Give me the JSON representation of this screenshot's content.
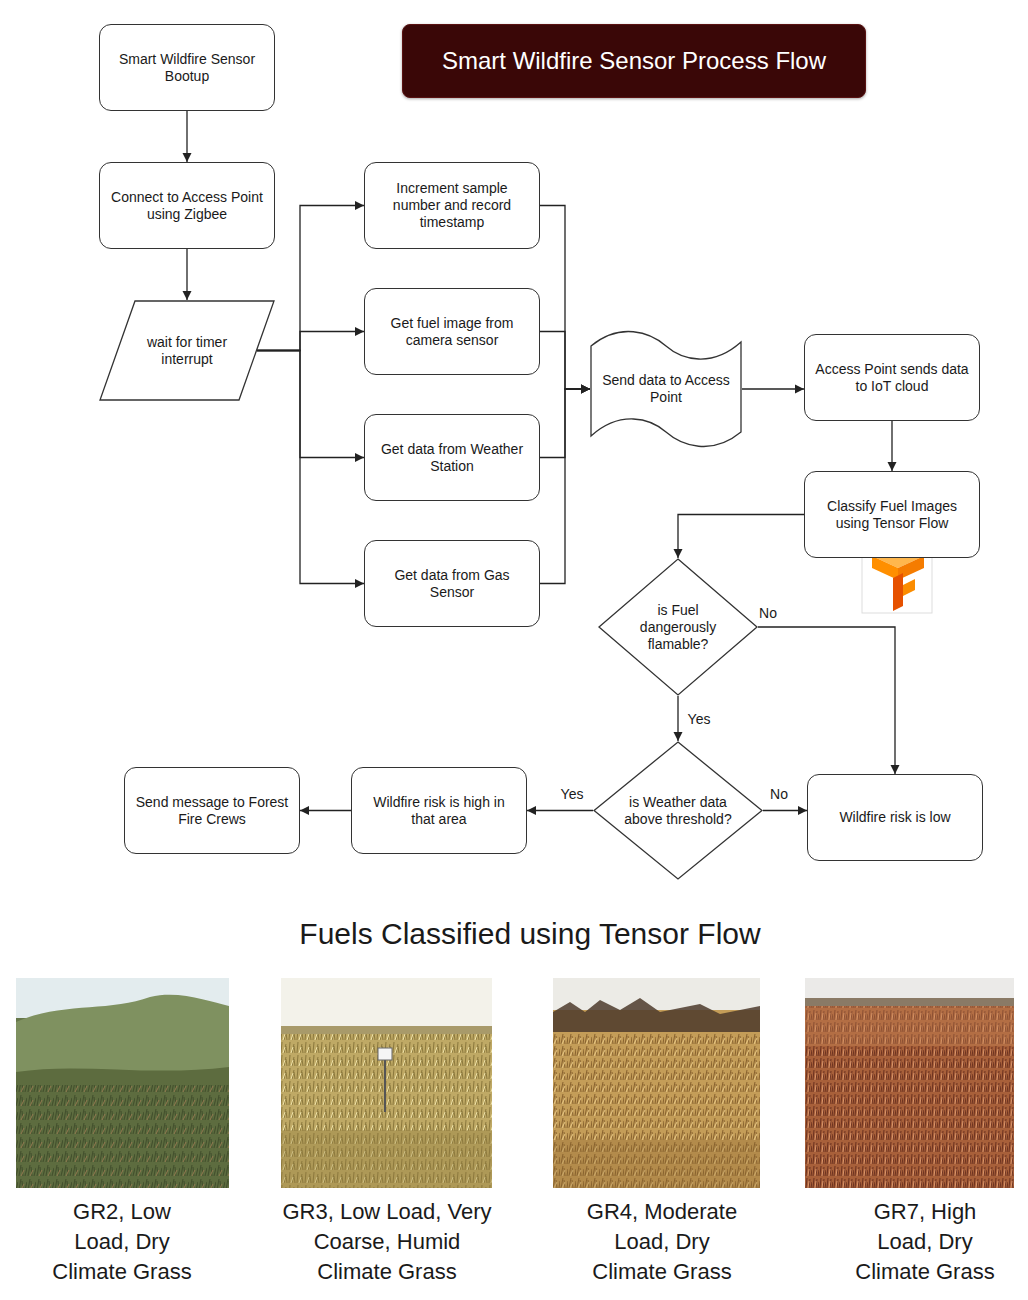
{
  "diagram": {
    "title": "Smart Wildfire Sensor Process Flow",
    "nodes": [
      {
        "text": [
          "Smart Wildfire Sensor Bootup"
        ]
      },
      {
        "text": [
          "Connect to Access Point using Zigbee"
        ]
      },
      {
        "text": [
          "wait for timer interrupt"
        ]
      },
      {
        "text": [
          "Increment sample number and record timestamp"
        ]
      },
      {
        "text": [
          "Get fuel image from camera sensor"
        ]
      },
      {
        "text": [
          "Get data from Weather Station"
        ]
      },
      {
        "text": [
          "Get data from Gas Sensor"
        ]
      },
      {
        "text": [
          "Send data to Access Point"
        ]
      },
      {
        "text": [
          "Access Point sends data to IoT cloud"
        ]
      },
      {
        "text": [
          "Classify Fuel Images using Tensor Flow"
        ]
      },
      {
        "text": [
          "is Fuel dangerously flamable?"
        ]
      },
      {
        "text": [
          "Send message to Forest Fire Crews"
        ]
      },
      {
        "text": [
          "Wildfire risk is high in that area"
        ]
      },
      {
        "text": [
          "is Weather data above threshold?"
        ]
      },
      {
        "text": [
          "Wildfire risk is low"
        ]
      }
    ],
    "edges": [
      {
        "from": 0,
        "to": 1,
        "arrow": "to"
      },
      {
        "from": 1,
        "to": 2,
        "arrow": "to"
      },
      {
        "from": 2,
        "to": 3,
        "arrow": "to"
      },
      {
        "from": 2,
        "to": 4,
        "arrow": "to"
      },
      {
        "from": 2,
        "to": 5,
        "arrow": "to"
      },
      {
        "from": 2,
        "to": 6,
        "arrow": "to"
      },
      {
        "from": 3,
        "to": 7,
        "arrow": "to"
      },
      {
        "from": 4,
        "to": 7,
        "arrow": "to"
      },
      {
        "from": 5,
        "to": 7,
        "arrow": "to"
      },
      {
        "from": 6,
        "to": 7,
        "arrow": "to"
      },
      {
        "from": 7,
        "to": 8,
        "arrow": "to"
      },
      {
        "from": 8,
        "to": 9,
        "arrow": "to"
      },
      {
        "from": 9,
        "to": 10,
        "arrow": "to"
      },
      {
        "from": 10,
        "to": 14,
        "label": "No",
        "arrow": "to"
      },
      {
        "from": 10,
        "to": 13,
        "label": "Yes",
        "arrow": "to"
      },
      {
        "from": 13,
        "to": 14,
        "label": "No",
        "arrow": "to"
      },
      {
        "from": 13,
        "to": 12,
        "label": "Yes",
        "arrow": "to"
      },
      {
        "from": 12,
        "to": 11,
        "arrow": "to"
      }
    ],
    "labels": [
      "Fuels Classified using Tensor Flow",
      "GR2, Low Load, Dry Climate Grass",
      "GR3, Low Load, Very Coarse, Humid Climate Grass",
      "GR4, Moderate Load, Dry Climate Grass",
      "GR7, High Load, Dry Climate Grass"
    ]
  }
}
